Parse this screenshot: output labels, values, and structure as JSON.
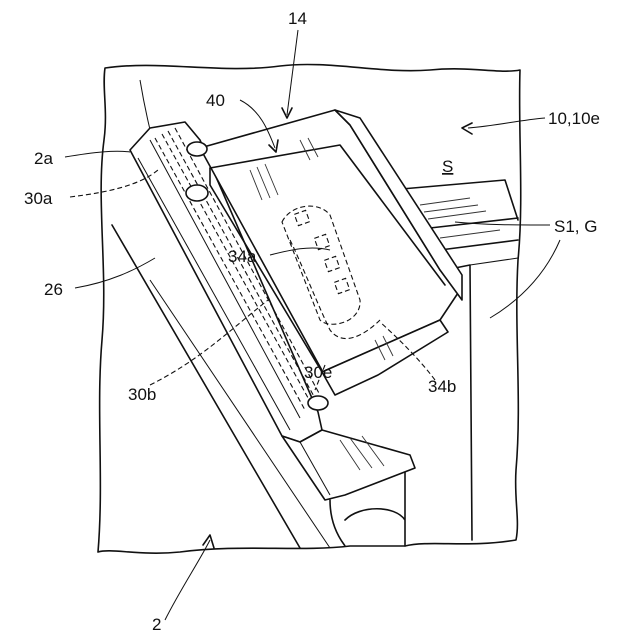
{
  "labels": {
    "ref_14": "14",
    "ref_40": "40",
    "ref_10": "10,10e",
    "ref_S": "S",
    "ref_2a": "2a",
    "ref_30a": "30a",
    "ref_S1G": "S1, G",
    "ref_34a": "34a",
    "ref_26": "26",
    "ref_30e": "30e",
    "ref_34b": "34b",
    "ref_30b": "30b",
    "ref_2": "2"
  }
}
